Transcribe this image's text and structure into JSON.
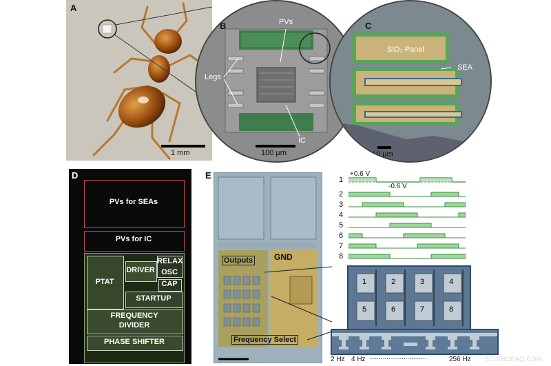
{
  "panels": {
    "a": {
      "letter": "A",
      "scale": "1 mm"
    },
    "b": {
      "letter": "B",
      "pvs": "PVs",
      "legs": "Legs",
      "ic": "IC",
      "scale": "100 µm"
    },
    "c": {
      "letter": "C",
      "panel": "SiO₂ Panel",
      "sea": "SEA",
      "scale": "10 µm"
    },
    "d": {
      "letter": "D",
      "blocks": {
        "pvs_seas": "PVs for SEAs",
        "pvs_ic": "PVs for IC",
        "relax": "RELAX",
        "osc": "OSC",
        "driver": "DRIVER",
        "ptat": "PTAT",
        "cap": "CAP",
        "startup": "STARTUP",
        "frequency": "FREQUENCY",
        "divider": "DIVIDER",
        "phase_shifter": "PHASE SHIFTER"
      }
    },
    "e": {
      "letter": "E",
      "outputs": "Outputs",
      "gnd": "GND",
      "freq_select": "Frequency Select",
      "voltage_high": "+0.6 V",
      "voltage_low": "-0.6 V",
      "wave_labels": [
        "1",
        "2",
        "3",
        "4",
        "5",
        "6",
        "7",
        "8"
      ],
      "pad_labels": [
        "1",
        "2",
        "3",
        "4",
        "5",
        "6",
        "7",
        "8"
      ],
      "freq_min": "2 Hz",
      "freq_mid": "4 Hz",
      "freq_max": "256 Hz",
      "freq_dots": ".............................."
    }
  },
  "watermark": "SCIENCEAQ.COM"
}
